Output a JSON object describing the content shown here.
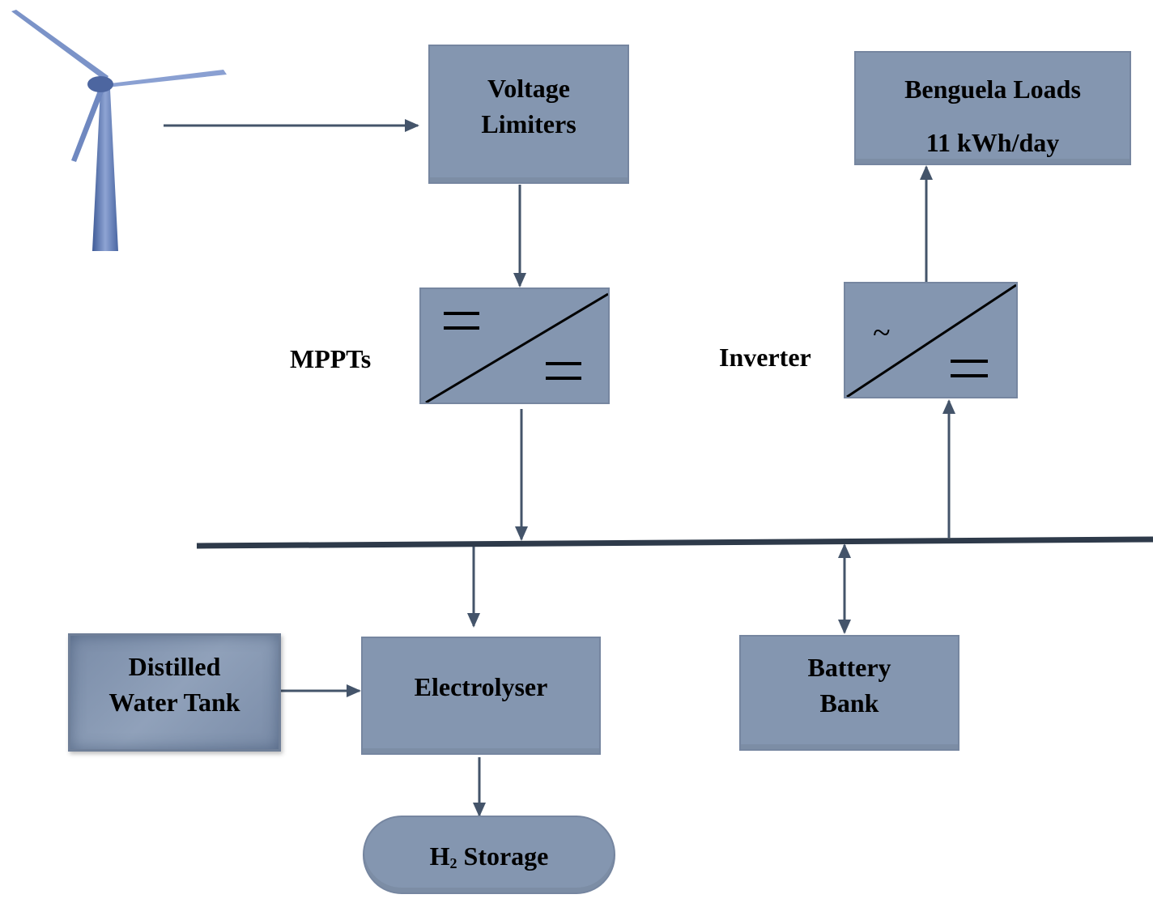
{
  "nodes": {
    "voltage_limiters": {
      "line1": "Voltage",
      "line2": "Limiters"
    },
    "benguela_loads": {
      "line1": "Benguela Loads",
      "line2": "11 kWh/day"
    },
    "mppts": {
      "label": "MPPTs"
    },
    "inverter": {
      "label": "Inverter",
      "ac_symbol": "~"
    },
    "distilled_water_tank": {
      "line1": "Distilled",
      "line2": "Water Tank"
    },
    "electrolyser": {
      "label": "Electrolyser"
    },
    "battery_bank": {
      "line1": "Battery",
      "line2": "Bank"
    },
    "h2_storage": {
      "prefix": "H",
      "subscript": "2",
      "suffix": " Storage"
    }
  },
  "icons": {
    "source": "wind-turbine-icon"
  },
  "colors": {
    "box_fill": "#8496b0",
    "line": "#44546a",
    "turbine": "#5a72a8"
  }
}
